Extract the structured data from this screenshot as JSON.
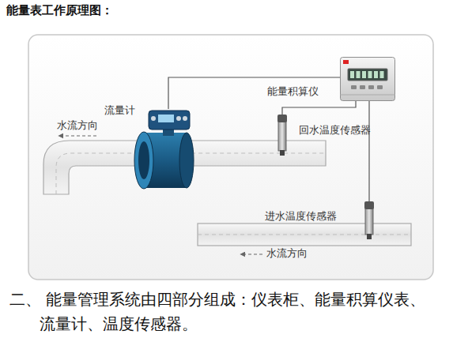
{
  "diagram": {
    "title": "能量表工作原理图：",
    "caption": "二、 能量管理系统由四部分组成：仪表柜、能量积算仪表、 流量计、温度传感器。",
    "nodes": [
      {
        "text": [
          "能量积算仪"
        ]
      },
      {
        "text": [
          "流量计"
        ]
      },
      {
        "text": [
          "回水温度传感器"
        ]
      },
      {
        "text": [
          "进水温度传感器"
        ]
      }
    ],
    "edges": [
      {
        "from": 1,
        "to": 0,
        "arrow": "none"
      },
      {
        "from": 2,
        "to": 0,
        "arrow": "none"
      },
      {
        "from": 3,
        "to": 0,
        "arrow": "none"
      }
    ],
    "labels": [
      "水流方向",
      "水流方向"
    ]
  }
}
